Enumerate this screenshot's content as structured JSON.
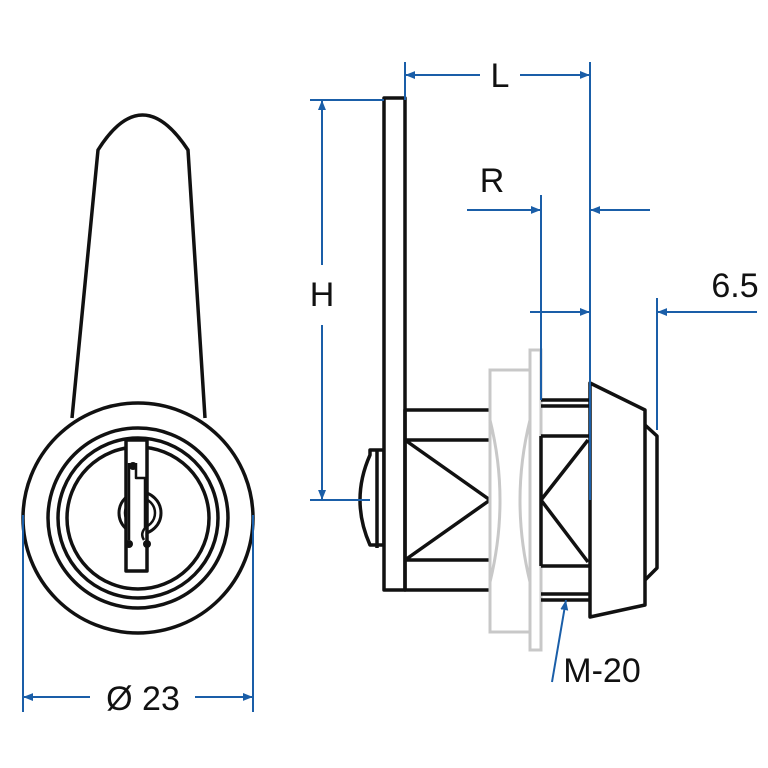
{
  "dimensions": {
    "length": "L",
    "height": "H",
    "reach": "R",
    "cap_depth": "6.5",
    "diameter": "Ø 23",
    "thread": "M-20"
  },
  "colors": {
    "dimension_line": "#1a5ea8",
    "outline": "#111111",
    "nut": "#c8c8c8"
  }
}
